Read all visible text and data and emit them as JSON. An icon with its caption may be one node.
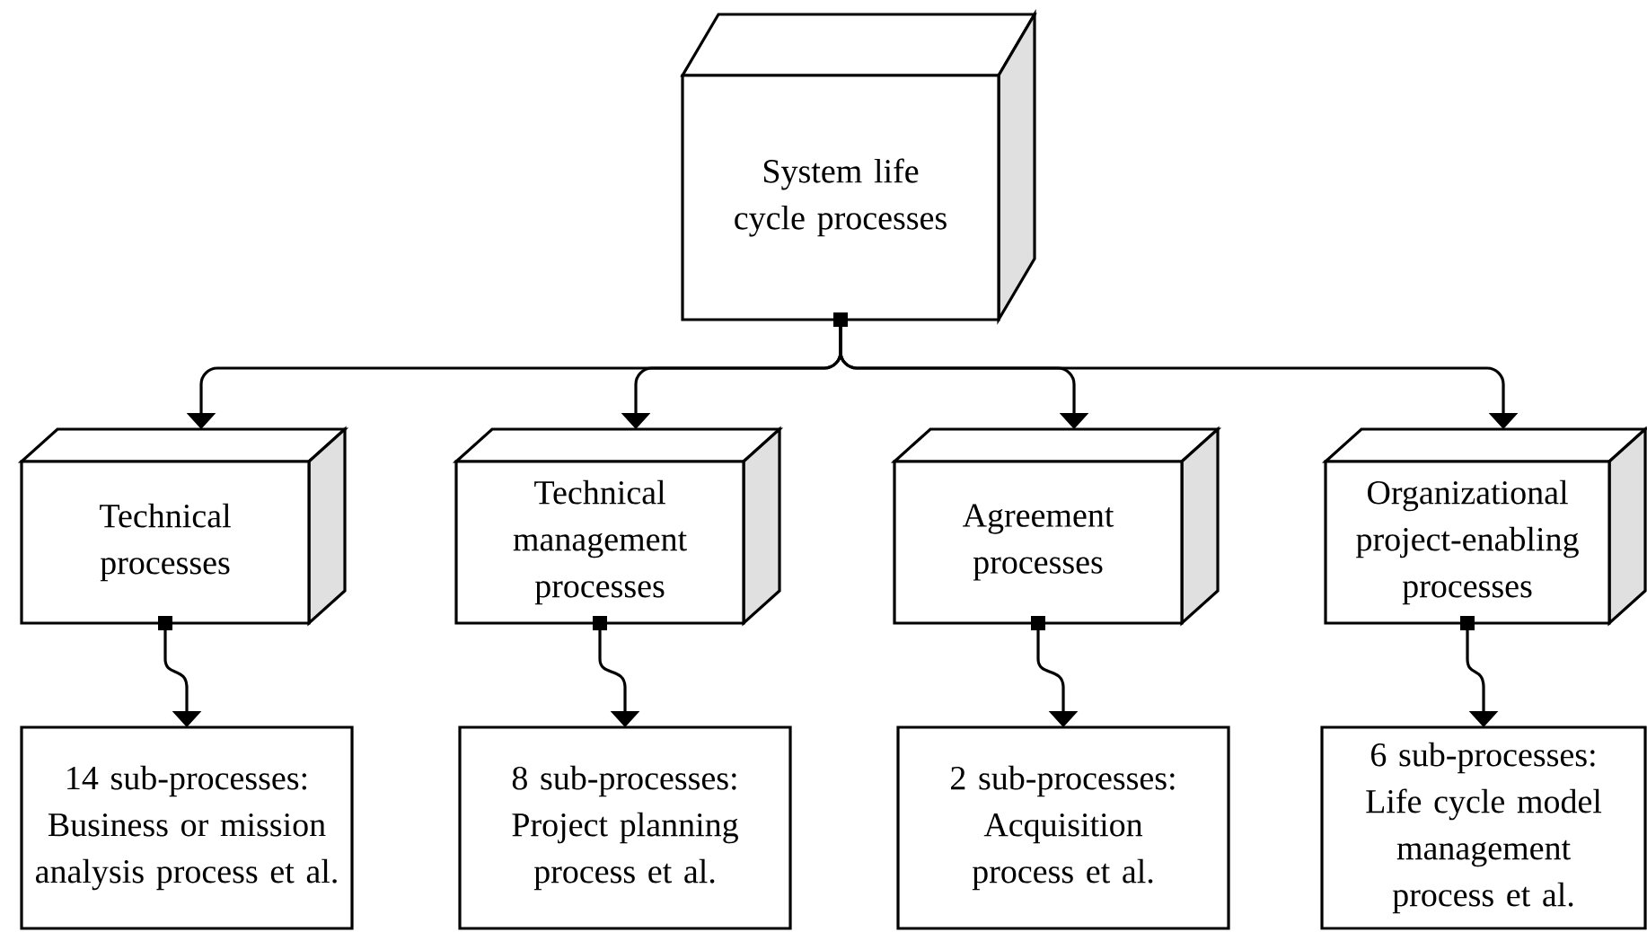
{
  "diagram": {
    "nodes": [
      {
        "text": [
          "System life cycle processes"
        ]
      },
      {
        "text": [
          "Technical processes"
        ]
      },
      {
        "text": [
          "Technical management processes"
        ]
      },
      {
        "text": [
          "Agreement processes"
        ]
      },
      {
        "text": [
          "Organizational project-enabling processes"
        ]
      },
      {
        "text": [
          "14 sub-processes: Business or mission analysis process et al."
        ]
      },
      {
        "text": [
          "8 sub-processes: Project planning process et al."
        ]
      },
      {
        "text": [
          "2 sub-processes: Acquisition process et al."
        ]
      },
      {
        "text": [
          "6 sub-processes: Life cycle model management process et al."
        ]
      }
    ],
    "edges": [
      {
        "from": 0,
        "to": 1,
        "arrow": "to"
      },
      {
        "from": 0,
        "to": 2,
        "arrow": "to"
      },
      {
        "from": 0,
        "to": 3,
        "arrow": "to"
      },
      {
        "from": 0,
        "to": 4,
        "arrow": "to"
      },
      {
        "from": 1,
        "to": 5,
        "arrow": "to"
      },
      {
        "from": 2,
        "to": 6,
        "arrow": "to"
      },
      {
        "from": 3,
        "to": 7,
        "arrow": "to"
      },
      {
        "from": 4,
        "to": 8,
        "arrow": "to"
      }
    ]
  }
}
